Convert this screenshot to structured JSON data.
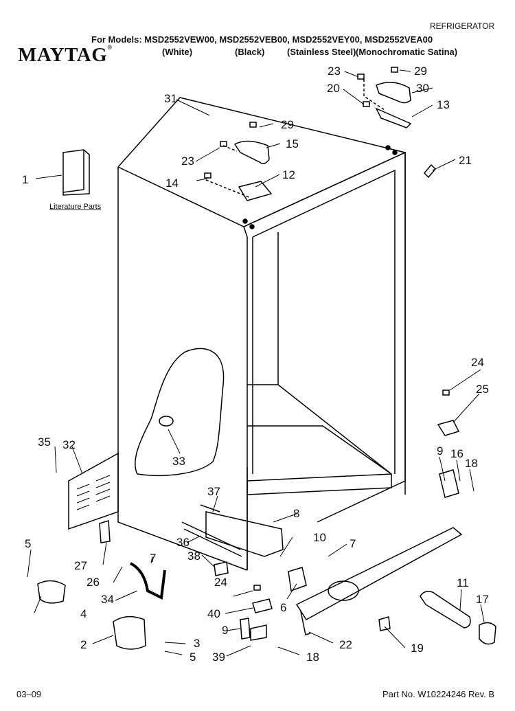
{
  "header": {
    "category": "REFRIGERATOR",
    "models_line": "For Models: MSD2552VEW00, MSD2552VEB00, MSD2552VEY00, MSD2552VEA00",
    "finish_white": "(White)",
    "finish_black": "(Black)",
    "finish_stainless": "(Stainless Steel)",
    "finish_mono": "(Monochromatic Satina)"
  },
  "brand": {
    "name": "MAYTAG",
    "mark": "®"
  },
  "literature_label": "Literature Parts",
  "callouts": [
    {
      "id": "c1",
      "label": "1"
    },
    {
      "id": "c2",
      "label": "2"
    },
    {
      "id": "c3",
      "label": "3"
    },
    {
      "id": "c4",
      "label": "4"
    },
    {
      "id": "c5a",
      "label": "5"
    },
    {
      "id": "c5b",
      "label": "5"
    },
    {
      "id": "c6",
      "label": "6"
    },
    {
      "id": "c7a",
      "label": "7"
    },
    {
      "id": "c7b",
      "label": "7"
    },
    {
      "id": "c8",
      "label": "8"
    },
    {
      "id": "c9a",
      "label": "9"
    },
    {
      "id": "c9b",
      "label": "9"
    },
    {
      "id": "c10",
      "label": "10"
    },
    {
      "id": "c11",
      "label": "11"
    },
    {
      "id": "c12",
      "label": "12"
    },
    {
      "id": "c13",
      "label": "13"
    },
    {
      "id": "c14",
      "label": "14"
    },
    {
      "id": "c15",
      "label": "15"
    },
    {
      "id": "c16",
      "label": "16"
    },
    {
      "id": "c17",
      "label": "17"
    },
    {
      "id": "c18a",
      "label": "18"
    },
    {
      "id": "c18b",
      "label": "18"
    },
    {
      "id": "c19",
      "label": "19"
    },
    {
      "id": "c20",
      "label": "20"
    },
    {
      "id": "c21",
      "label": "21"
    },
    {
      "id": "c22",
      "label": "22"
    },
    {
      "id": "c23a",
      "label": "23"
    },
    {
      "id": "c23b",
      "label": "23"
    },
    {
      "id": "c24a",
      "label": "24"
    },
    {
      "id": "c24b",
      "label": "24"
    },
    {
      "id": "c25",
      "label": "25"
    },
    {
      "id": "c26",
      "label": "26"
    },
    {
      "id": "c27",
      "label": "27"
    },
    {
      "id": "c29a",
      "label": "29"
    },
    {
      "id": "c29b",
      "label": "29"
    },
    {
      "id": "c30",
      "label": "30"
    },
    {
      "id": "c31",
      "label": "31"
    },
    {
      "id": "c32",
      "label": "32"
    },
    {
      "id": "c33",
      "label": "33"
    },
    {
      "id": "c34",
      "label": "34"
    },
    {
      "id": "c35",
      "label": "35"
    },
    {
      "id": "c36",
      "label": "36"
    },
    {
      "id": "c37",
      "label": "37"
    },
    {
      "id": "c38",
      "label": "38"
    },
    {
      "id": "c39",
      "label": "39"
    },
    {
      "id": "c40",
      "label": "40"
    }
  ],
  "footer": {
    "date": "03–09",
    "part_number": "Part No. W10224246 Rev. B"
  }
}
